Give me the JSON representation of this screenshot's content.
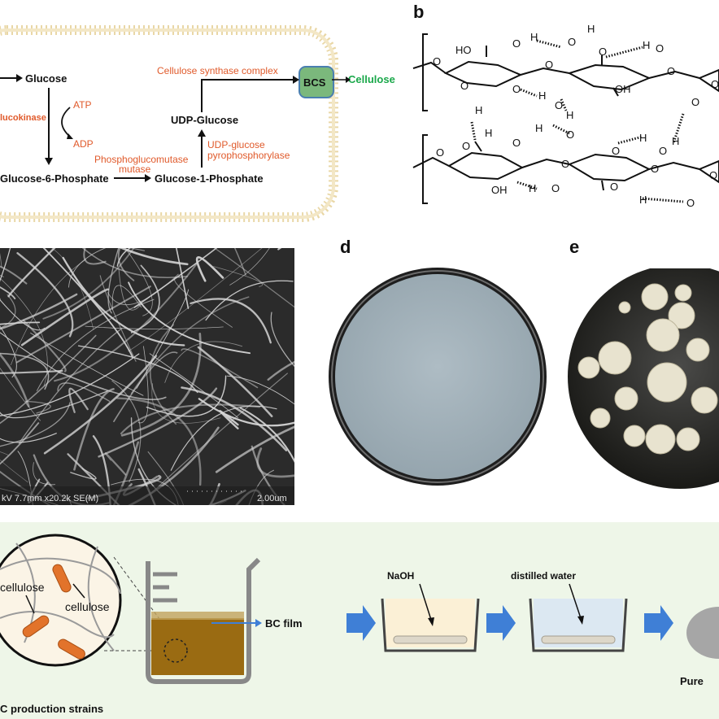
{
  "panels": {
    "b": "b",
    "d": "d",
    "e": "e"
  },
  "pathway": {
    "glucose": "Glucose",
    "glucokinase": "lucokinase",
    "atp": "ATP",
    "adp": "ADP",
    "g6p": "Glucose-6-Phosphate",
    "pgm_line1": "Phosphoglucomutase",
    "pgm_line2": "mutase",
    "g1p": "Glucose-1-Phosphate",
    "ugp_line1": "UDP-glucose",
    "ugp_line2": "pyrophosphorylase",
    "udpg": "UDP-Glucose",
    "csc": "Cellulose synthase complex",
    "bcs": "BCS",
    "cellulose": "Cellulose",
    "cellulose_color": "#1aa84a",
    "enzyme_color": "#e05a2b",
    "membrane_color": "#e9d7a6"
  },
  "chem": {
    "ho": "HO",
    "oh": "OH",
    "o": "O",
    "h": "H"
  },
  "sem": {
    "info": "kV 7.7mm x20.2k SE(M)",
    "scale": "2.00um"
  },
  "process": {
    "cellulose1": "cellulose",
    "cellulose2": "cellulose",
    "bc_film": "BC film",
    "naoh": "NaOH",
    "distilled": "distilled water",
    "strains": "C production strains",
    "pure": "Pure",
    "arrow_color": "#3f7fd6",
    "medium_color": "#9a6b12"
  }
}
